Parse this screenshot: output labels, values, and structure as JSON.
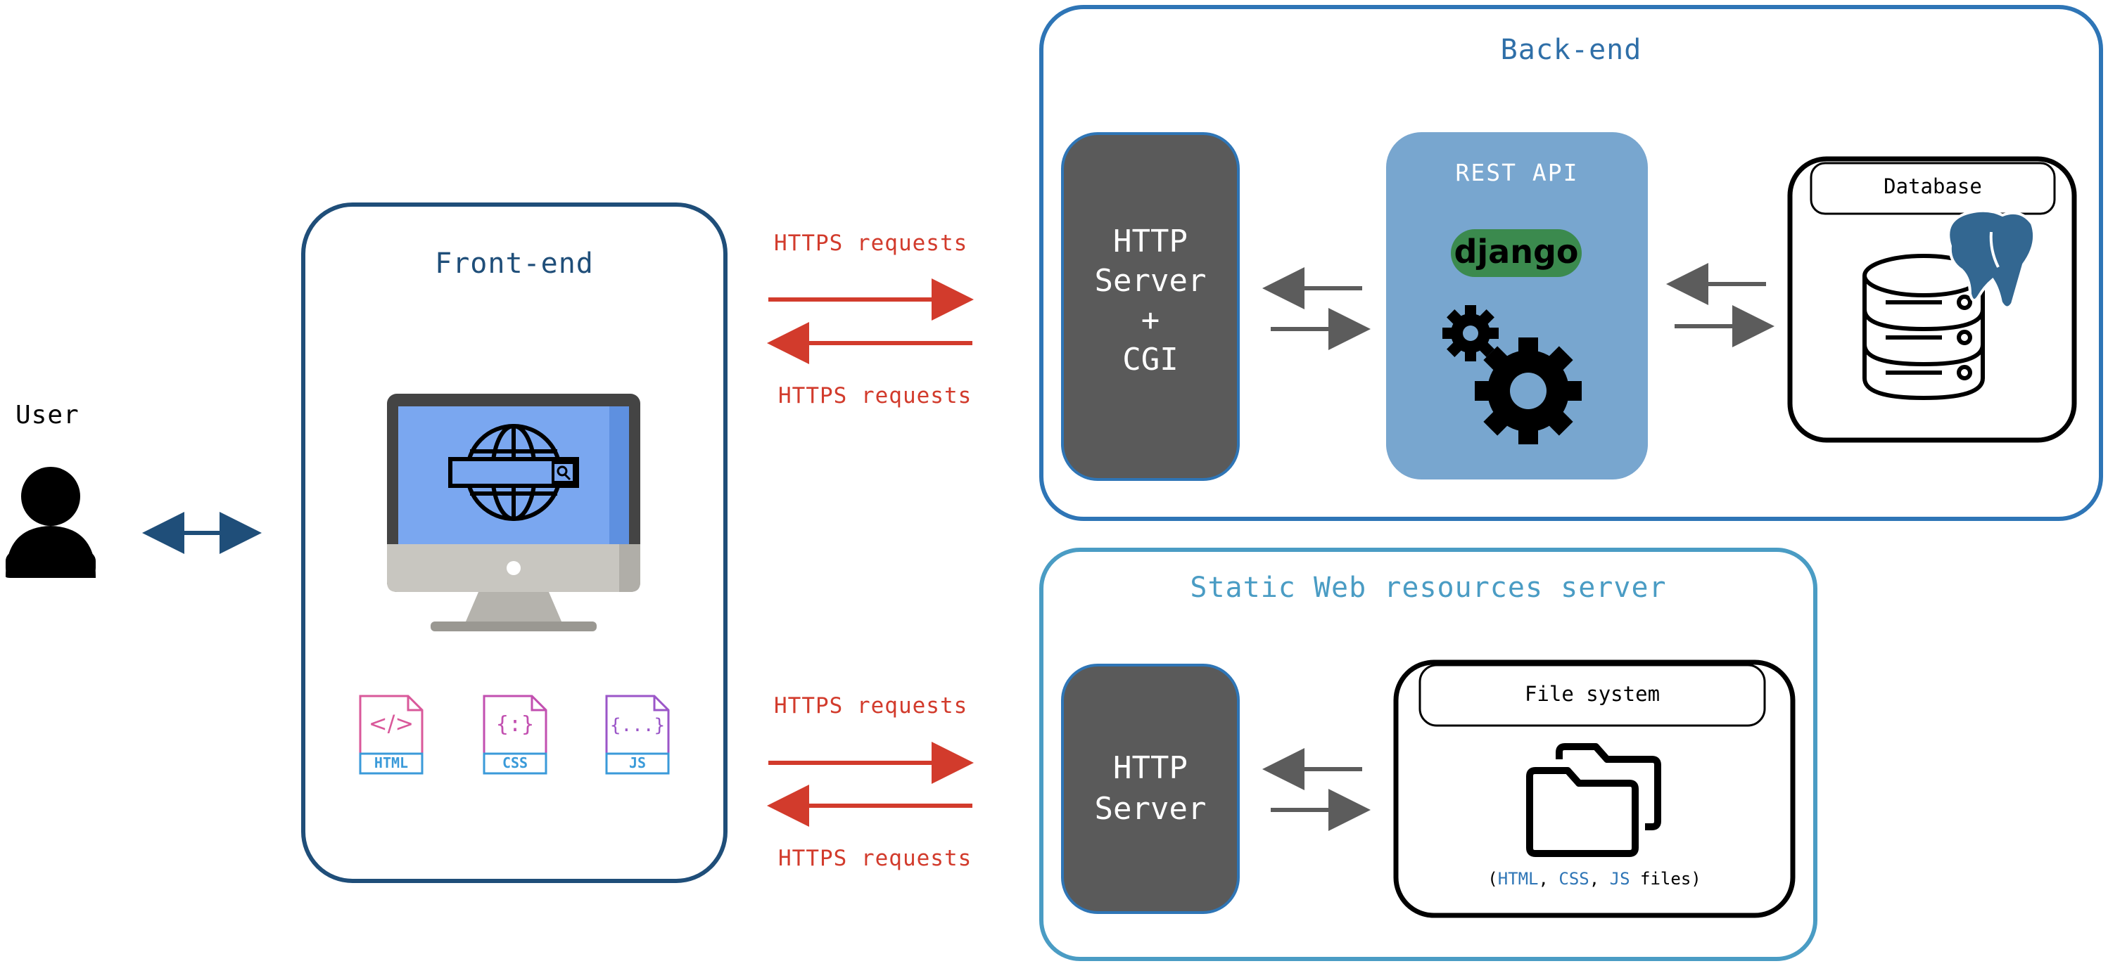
{
  "user": {
    "label": "User"
  },
  "frontend": {
    "title": "Front-end",
    "file_icons": [
      "HTML",
      "CSS",
      "JS"
    ]
  },
  "requests": {
    "top_out": "HTTPS requests",
    "top_in": "HTTPS requests",
    "bottom_out": "HTTPS requests",
    "bottom_in": "HTTPS requests"
  },
  "backend": {
    "title": "Back-end",
    "http_server_lines": [
      "HTTP",
      "Server",
      "+",
      "CGI"
    ],
    "rest_api": {
      "title": "REST API",
      "framework_label": "django"
    },
    "database": {
      "title": "Database"
    }
  },
  "static_server": {
    "title": "Static Web resources server",
    "http_server_lines": [
      "HTTP",
      "Server"
    ],
    "file_system": {
      "title": "File system",
      "caption_open": "(",
      "caption_html": "HTML",
      "caption_sep1": ", ",
      "caption_css": "CSS",
      "caption_sep2": ", ",
      "caption_js": "JS",
      "caption_rest": " files)"
    }
  },
  "colors": {
    "front_border": "#1f4e79",
    "back_border": "#2e75b6",
    "static_border": "#4a9cc4",
    "server_box": "#5a5a5a",
    "rest_box": "#78a6cf",
    "django_green": "#3b8a4e",
    "request_red": "#d23b2c",
    "link_blue": "#1f4e79",
    "arrow_gray": "#5c5c5c",
    "screen_blue": "#7aa7f0",
    "html_icon": "#d9589a",
    "css_icon": "#c24fb0",
    "js_icon": "#9b56c8",
    "icon_footer": "#3a9ad9"
  },
  "icons": [
    "user-icon",
    "monitor-icon",
    "globe-icon",
    "search-bar-icon",
    "html-file-icon",
    "css-file-icon",
    "js-file-icon",
    "django-logo",
    "gear-icon",
    "database-icon",
    "postgres-elephant-icon",
    "folder-icon"
  ]
}
